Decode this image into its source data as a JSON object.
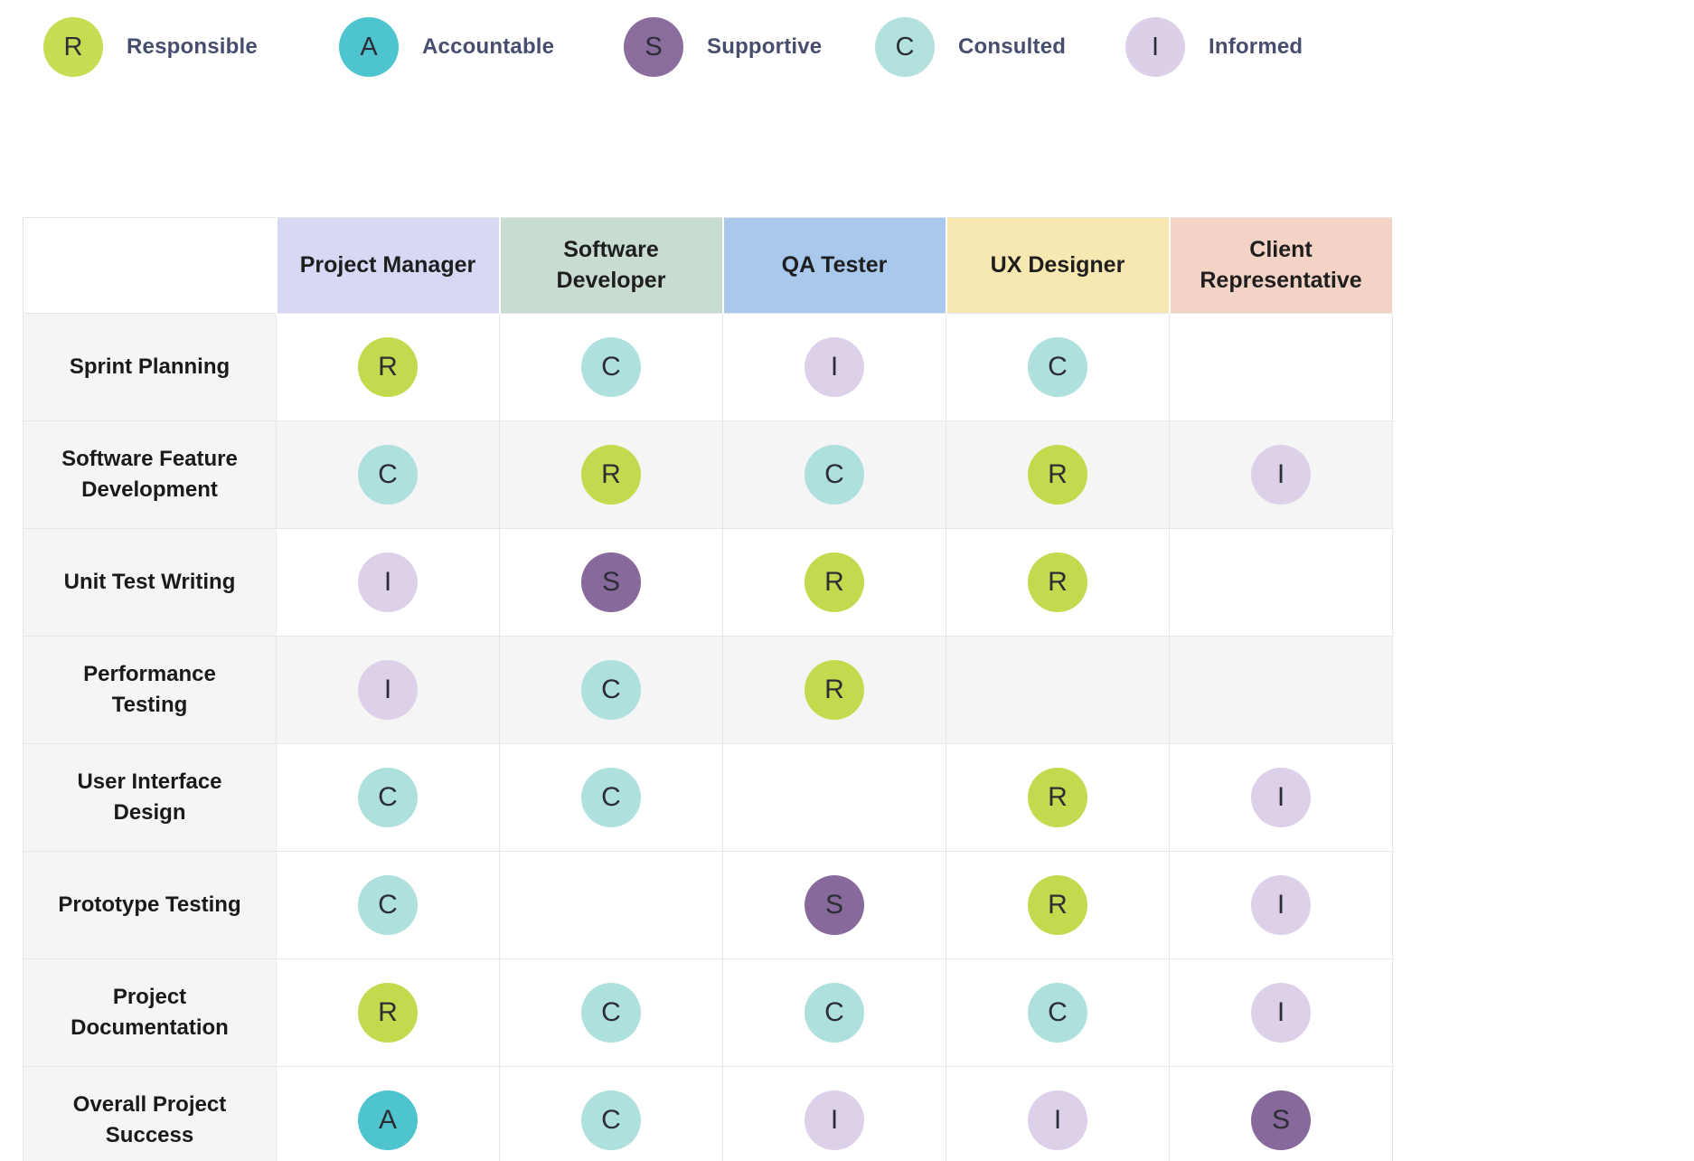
{
  "legend": {
    "items": [
      {
        "letter": "R",
        "label": "Responsible",
        "color": "#c6dc52"
      },
      {
        "letter": "A",
        "label": "Accountable",
        "color": "#4ec5ce"
      },
      {
        "letter": "S",
        "label": "Supportive",
        "color": "#8a6d9d"
      },
      {
        "letter": "C",
        "label": "Consulted",
        "color": "#b3e2de"
      },
      {
        "letter": "I",
        "label": "Informed",
        "color": "#dcd0e8"
      }
    ]
  },
  "role_colors": {
    "R": "#c4da4e",
    "A": "#4ec5ce",
    "S": "#87699b",
    "C": "#aee0dd",
    "I": "#ddd1e9"
  },
  "matrix": {
    "columns": [
      {
        "label": "Project Manager",
        "color": "#d7d9f4"
      },
      {
        "label": "Software Developer",
        "color": "#c9dcd2"
      },
      {
        "label": "QA Tester",
        "color": "#a8c8ec"
      },
      {
        "label": "UX Designer",
        "color": "#f7e7b0"
      },
      {
        "label": "Client Representative",
        "color": "#f2d3c6"
      }
    ],
    "rows": [
      {
        "task": "Sprint Planning",
        "striped": false,
        "cells": [
          "R",
          "C",
          "I",
          "C",
          ""
        ]
      },
      {
        "task": "Software Feature Development",
        "striped": true,
        "cells": [
          "C",
          "R",
          "C",
          "R",
          "I"
        ]
      },
      {
        "task": "Unit Test Writing",
        "striped": false,
        "cells": [
          "I",
          "S",
          "R",
          "R",
          ""
        ]
      },
      {
        "task": "Performance Testing",
        "striped": true,
        "cells": [
          "I",
          "C",
          "R",
          "",
          ""
        ]
      },
      {
        "task": "User Interface Design",
        "striped": false,
        "cells": [
          "C",
          "C",
          "",
          "R",
          "I"
        ]
      },
      {
        "task": "Prototype Testing",
        "striped": false,
        "cells": [
          "C",
          "",
          "S",
          "R",
          "I"
        ]
      },
      {
        "task": "Project Documentation",
        "striped": false,
        "cells": [
          "R",
          "C",
          "C",
          "C",
          "I"
        ]
      },
      {
        "task": "Overall Project Success",
        "striped": false,
        "cells": [
          "A",
          "C",
          "I",
          "I",
          "S"
        ]
      }
    ]
  }
}
